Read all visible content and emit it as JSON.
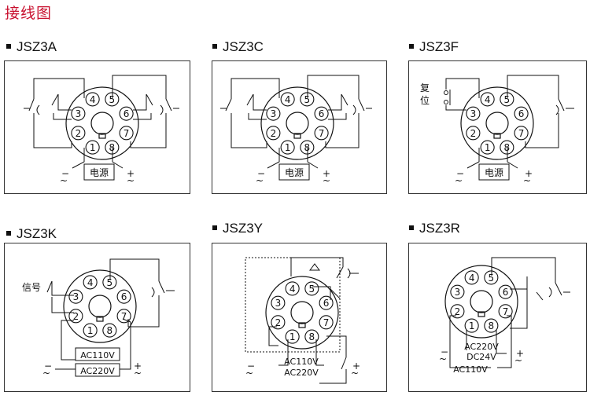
{
  "title": "接线图",
  "panels": [
    {
      "name": "JSZ3A",
      "labels": {
        "supply": "电源",
        "minus": "~\n−",
        "plus": "+\n~"
      }
    },
    {
      "name": "JSZ3C",
      "labels": {
        "supply": "电源",
        "minus": "~\n−",
        "plus": "+\n~"
      }
    },
    {
      "name": "JSZ3F",
      "labels": {
        "supply": "电源",
        "reset": "复位",
        "minus": "~\n−",
        "plus": "+\n~"
      }
    },
    {
      "name": "JSZ3K",
      "labels": {
        "signal": "信号",
        "v1": "AC110V",
        "v2": "AC220V",
        "minus": "~\n−",
        "plus": "+\n~"
      }
    },
    {
      "name": "JSZ3Y",
      "labels": {
        "v1": "AC110V",
        "v2": "AC220V",
        "minus": "~\n−",
        "plus": "+\n~"
      }
    },
    {
      "name": "JSZ3R",
      "labels": {
        "v1": "AC220V",
        "v2": "DC24V",
        "v3": "AC110V",
        "minus": "~\n−",
        "plus": "+\n~"
      }
    }
  ],
  "pins": [
    "1",
    "2",
    "3",
    "4",
    "5",
    "6",
    "7",
    "8"
  ]
}
